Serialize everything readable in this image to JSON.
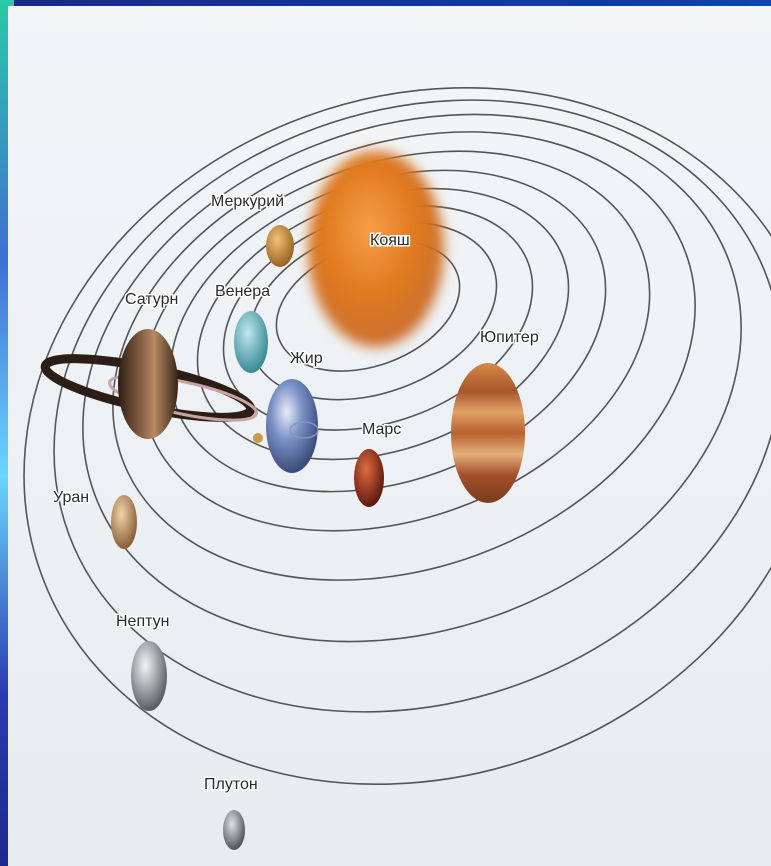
{
  "diagram": {
    "bodies": [
      {
        "id": "sun",
        "label": "Кояш"
      },
      {
        "id": "mercury",
        "label": "Меркурий"
      },
      {
        "id": "venus",
        "label": "Венера"
      },
      {
        "id": "earth",
        "label": "Жир"
      },
      {
        "id": "mars",
        "label": "Марс"
      },
      {
        "id": "jupiter",
        "label": "Юпитер"
      },
      {
        "id": "saturn",
        "label": "Сатурн"
      },
      {
        "id": "uranus",
        "label": "Уран"
      },
      {
        "id": "neptune",
        "label": "Нептун"
      },
      {
        "id": "pluto",
        "label": "Плутон"
      }
    ]
  },
  "colors": {
    "orbit": "#555555",
    "sun": "#e07a1e",
    "mercury": "#c58a3a",
    "venus": "#5fb7c0",
    "earth": "#7d92c8",
    "mars": "#a5311c",
    "jupiter": "#c96a2e",
    "saturn": "#6b4a32",
    "uranus": "#b98a5a",
    "neptune": "#9a9ea3",
    "pluto": "#8a9096"
  }
}
